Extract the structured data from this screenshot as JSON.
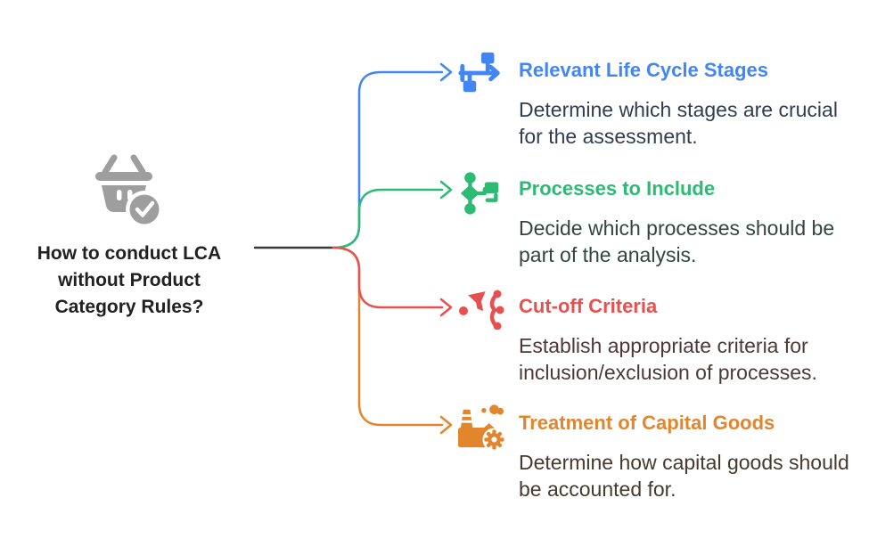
{
  "diagram": {
    "type": "mindmap-branch",
    "root": {
      "title": "How to conduct LCA without Product Category Rules?",
      "title_lines": [
        "How to conduct LCA",
        "without Product",
        "Category Rules?"
      ],
      "title_color": "#212121",
      "icon": "basket-check-icon",
      "icon_color": "#9e9e9e"
    },
    "connectors": {
      "trunk_color": "#3a3a3a",
      "branch_colors": [
        "#4285f4",
        "#2dba74",
        "#e8504f",
        "#e2862e"
      ]
    },
    "branches": [
      {
        "title": "Relevant Life Cycle Stages",
        "description": "Determine which stages are crucial for the assessment.",
        "color": "#4285f4",
        "description_color": "#323d52",
        "icon": "timeline-stages-icon"
      },
      {
        "title": "Processes to Include",
        "description": "Decide which processes should be part of the analysis.",
        "color": "#2dba74",
        "description_color": "#344540",
        "icon": "flowchart-icon"
      },
      {
        "title": "Cut-off Criteria",
        "description": "Establish appropriate criteria for inclusion/exclusion of processes.",
        "color": "#e8504f",
        "description_color": "#4d383a",
        "icon": "filter-branch-icon"
      },
      {
        "title": "Treatment of Capital Goods",
        "description": "Determine how capital goods should be accounted for.",
        "color": "#e2862e",
        "description_color": "#47392e",
        "icon": "factory-gear-icon"
      }
    ]
  }
}
